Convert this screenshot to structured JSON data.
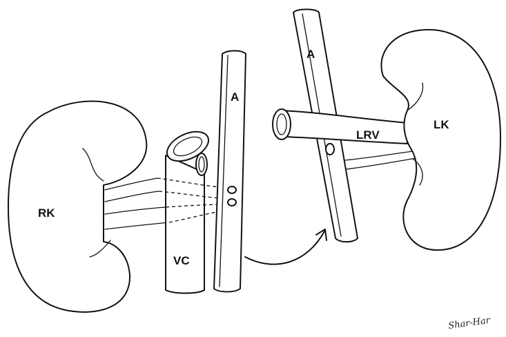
{
  "labels": {
    "right_kidney": "RK",
    "vena_cava": "VC",
    "aorta_left": "A",
    "aorta_right": "A",
    "left_renal_vein": "LRV",
    "left_kidney": "LK"
  },
  "signature": "Shar-Har",
  "colors": {
    "stroke": "#111111",
    "background": "#ffffff"
  }
}
